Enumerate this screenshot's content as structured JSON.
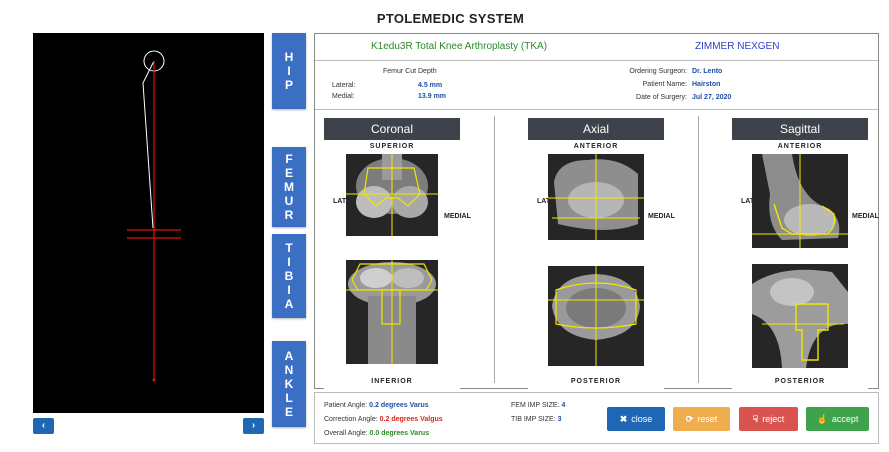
{
  "app": {
    "title": "PTOLEMEDIC SYSTEM"
  },
  "side_tabs": {
    "hip": [
      "H",
      "I",
      "P"
    ],
    "femur": [
      "F",
      "E",
      "M",
      "U",
      "R"
    ],
    "tibia": [
      "T",
      "I",
      "B",
      "I",
      "A"
    ],
    "ankle": [
      "A",
      "N",
      "K",
      "L",
      "E"
    ]
  },
  "header": {
    "procedure": "K1edu3R Total Knee Arthroplasty (TKA)",
    "implant_maker": "ZIMMER NEXGEN"
  },
  "cut_depth": {
    "title": "Femur Cut Depth",
    "lateral_label": "Lateral:",
    "lateral_value": "4.5 mm",
    "medial_label": "Medial:",
    "medial_value": "13.9 mm"
  },
  "case": {
    "surgeon_label": "Ordering Surgeon:",
    "surgeon": "Dr. Lento",
    "patient_label": "Patient Name:",
    "patient": "Hairston",
    "date_label": "Date of Surgery:",
    "date": "Jul 27, 2020"
  },
  "views": {
    "coronal": {
      "caption": "Coronal",
      "top": "SUPERIOR",
      "bottom": "INFERIOR",
      "left": [
        "L",
        "A",
        "T",
        "E",
        "R",
        "A",
        "L"
      ],
      "right": [
        "M",
        "E",
        "D",
        "I",
        "A",
        "L"
      ]
    },
    "axial": {
      "caption": "Axial",
      "top": "ANTERIOR",
      "bottom": "POSTERIOR",
      "left": [
        "L",
        "A",
        "T",
        "E",
        "R",
        "A",
        "L"
      ],
      "right": [
        "M",
        "E",
        "D",
        "I",
        "A",
        "L"
      ]
    },
    "sagittal": {
      "caption": "Sagittal",
      "top": "ANTERIOR",
      "bottom": "POSTERIOR",
      "left": [
        "L",
        "A",
        "T",
        "E",
        "R",
        "A",
        "L"
      ],
      "right": [
        "M",
        "E",
        "D",
        "I",
        "A",
        "L"
      ]
    }
  },
  "angles": {
    "patient_label": "Patient Angle:",
    "patient_value": "0.2 degrees Varus",
    "correction_label": "Correction Angle:",
    "correction_value": "0.2 degrees Valgus",
    "overall_label": "Overall Angle:",
    "overall_value": "0.0 degrees Varus"
  },
  "implant_sizes": {
    "fem_label": "FEM IMP SIZE:",
    "fem_value": "4",
    "tib_label": "TIB IMP SIZE:",
    "tib_value": "3"
  },
  "actions": {
    "close": "close",
    "reset": "reset",
    "reject": "reject",
    "accept": "accept"
  },
  "nav": {
    "prev": "‹",
    "next": "›"
  },
  "colors": {
    "tab_blue": "#3a6fc4",
    "close": "#1f66b5",
    "reset": "#f0ad4e",
    "reject": "#d9534f",
    "accept": "#3fa34d",
    "overlay": "#f2e600"
  }
}
